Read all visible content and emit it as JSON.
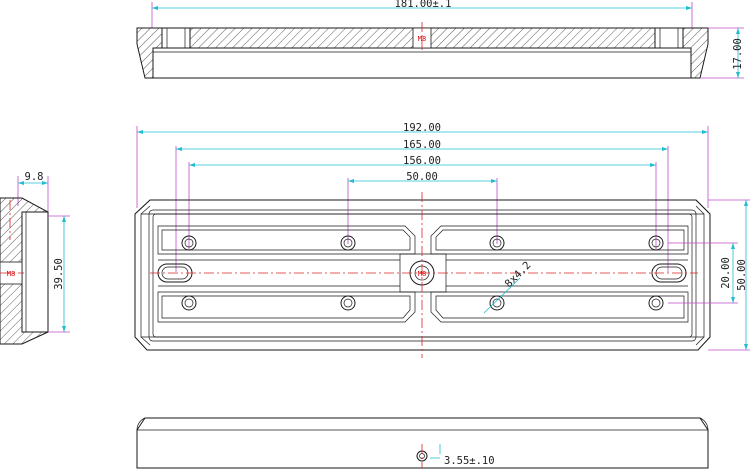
{
  "colors": {
    "outline": "#1a1a1a",
    "dimension_line": "#22bcd0",
    "extension_line": "#c24bc9",
    "center_line": "#e02222"
  },
  "top_view": {
    "width_dim": "181.00±.1",
    "height_dim": "17.00",
    "thread_label": "M8"
  },
  "side_view": {
    "width_dim": "9.8",
    "height_dim": "39.50",
    "thread_label": "M8"
  },
  "main_view": {
    "dims": {
      "overall": "192.00",
      "outer_holes": "165.00",
      "inner_slots": "156.00",
      "center_holes": "50.00",
      "hole_pitch": "20.00",
      "overall_height": "50.00",
      "slot_callout": "8x4.2",
      "center_thread": "M8"
    }
  },
  "bottom_view": {
    "hole_dim": "3.55±.10"
  }
}
